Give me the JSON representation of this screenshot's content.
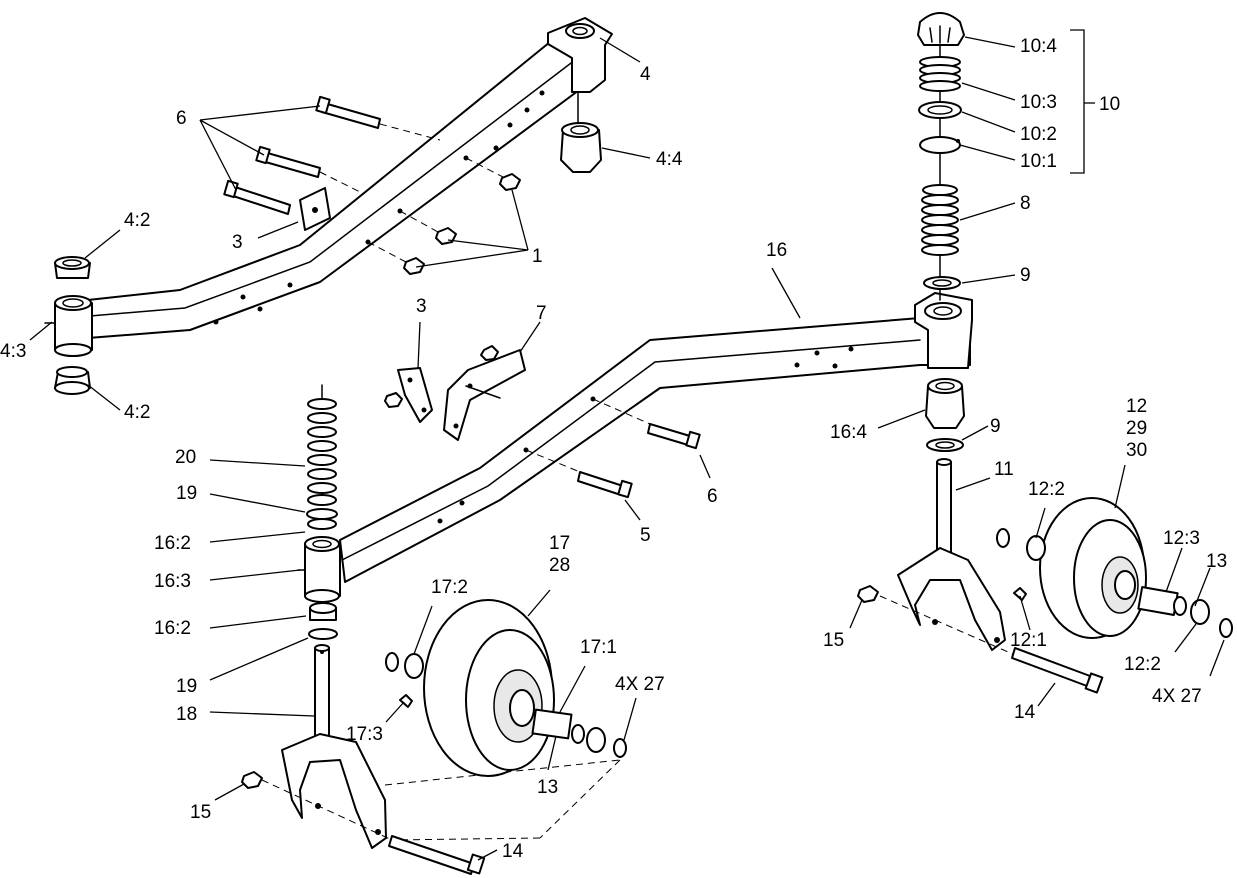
{
  "callouts": [
    {
      "id": "c-4-top",
      "text": "4"
    },
    {
      "id": "c-4-4",
      "text": "4:4"
    },
    {
      "id": "c-6-top",
      "text": "6"
    },
    {
      "id": "c-1",
      "text": "1"
    },
    {
      "id": "c-3-top",
      "text": "3"
    },
    {
      "id": "c-4-2-top",
      "text": "4:2"
    },
    {
      "id": "c-4-3",
      "text": "4:3"
    },
    {
      "id": "c-4-2-bot",
      "text": "4:2"
    },
    {
      "id": "c-10-4",
      "text": "10:4"
    },
    {
      "id": "c-10-3",
      "text": "10:3"
    },
    {
      "id": "c-10-2",
      "text": "10:2"
    },
    {
      "id": "c-10-1",
      "text": "10:1"
    },
    {
      "id": "c-10",
      "text": "10"
    },
    {
      "id": "c-8",
      "text": "8"
    },
    {
      "id": "c-9-top",
      "text": "9"
    },
    {
      "id": "c-16",
      "text": "16"
    },
    {
      "id": "c-3-mid",
      "text": "3"
    },
    {
      "id": "c-7",
      "text": "7"
    },
    {
      "id": "c-16-4",
      "text": "16:4"
    },
    {
      "id": "c-9-bot",
      "text": "9"
    },
    {
      "id": "c-12",
      "text": "12"
    },
    {
      "id": "c-29",
      "text": "29"
    },
    {
      "id": "c-30",
      "text": "30"
    },
    {
      "id": "c-11",
      "text": "11"
    },
    {
      "id": "c-12-2-top",
      "text": "12:2"
    },
    {
      "id": "c-12-3",
      "text": "12:3"
    },
    {
      "id": "c-13-right",
      "text": "13"
    },
    {
      "id": "c-6-mid",
      "text": "6"
    },
    {
      "id": "c-5",
      "text": "5"
    },
    {
      "id": "c-20",
      "text": "20"
    },
    {
      "id": "c-19-top",
      "text": "19"
    },
    {
      "id": "c-16-2-top",
      "text": "16:2"
    },
    {
      "id": "c-16-3",
      "text": "16:3"
    },
    {
      "id": "c-16-2-bot",
      "text": "16:2"
    },
    {
      "id": "c-19-bot",
      "text": "19"
    },
    {
      "id": "c-18",
      "text": "18"
    },
    {
      "id": "c-17",
      "text": "17"
    },
    {
      "id": "c-28",
      "text": "28"
    },
    {
      "id": "c-17-2",
      "text": "17:2"
    },
    {
      "id": "c-17-1",
      "text": "17:1"
    },
    {
      "id": "c-4x27-left",
      "text": "4X  27"
    },
    {
      "id": "c-17-3",
      "text": "17:3"
    },
    {
      "id": "c-13-left",
      "text": "13"
    },
    {
      "id": "c-15-left",
      "text": "15"
    },
    {
      "id": "c-14-left",
      "text": "14"
    },
    {
      "id": "c-15-right",
      "text": "15"
    },
    {
      "id": "c-12-1",
      "text": "12:1"
    },
    {
      "id": "c-12-2-bot",
      "text": "12:2"
    },
    {
      "id": "c-4x27-right",
      "text": "4X 27"
    },
    {
      "id": "c-14-right",
      "text": "14"
    }
  ]
}
